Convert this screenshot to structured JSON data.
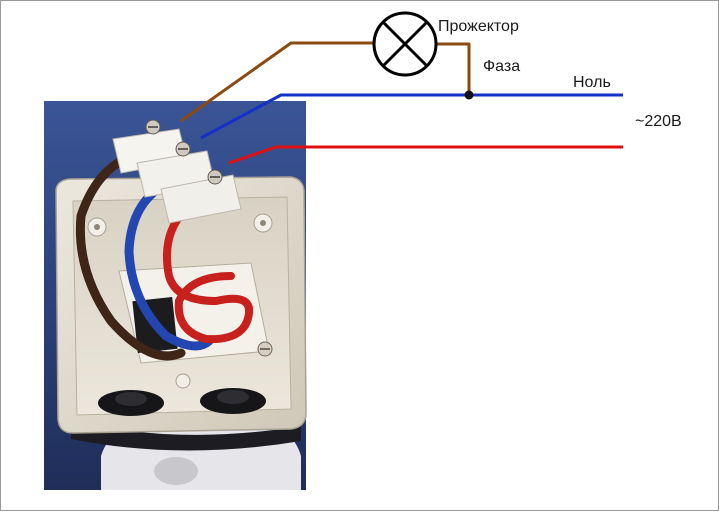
{
  "labels": {
    "lamp": "Прожектор",
    "phase": "Фаза",
    "neutral": "Ноль",
    "voltage": "~220В"
  },
  "colors": {
    "brown_wire": "#8B4A10",
    "blue_wire": "#1530C8",
    "red_wire": "#E01010",
    "photo_background": "#2B3F78",
    "enclosure": "#E3DED2"
  },
  "icons": {
    "lamp": "lamp-symbol-icon",
    "junction": "junction-dot-icon",
    "photo": "sensor-box-photo-icon"
  }
}
